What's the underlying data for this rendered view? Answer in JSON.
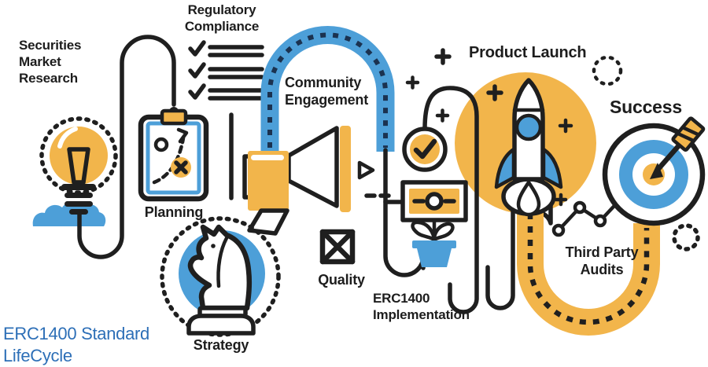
{
  "brand": {
    "text": "ERC1400 Standard\nLifeCycle"
  },
  "labels": {
    "research": "Securities\nMarket\nResearch",
    "regulatory": "Regulatory\nCompliance",
    "planning": "Planning",
    "community": "Community\nEngagement",
    "strategy": "Strategy",
    "quality": "Quality",
    "implementation": "ERC1400\nImplementation",
    "product_launch": "Product Launch",
    "third_party": "Third Party\nAudits",
    "success": "Success"
  },
  "icons": {
    "research": "lightbulb-icon",
    "regulatory": "checklist-icon",
    "planning": "clipboard-strategy-icon",
    "community": "megaphone-icon",
    "strategy": "chess-knight-icon",
    "quality": "crossed-box-icon",
    "implementation": "money-plant-icon",
    "product_launch": "rocket-icon",
    "third_party": "line-chart-icon",
    "success": "target-arrow-icon"
  },
  "colors": {
    "yellow": "#F2B54B",
    "blue": "#4D9FD8",
    "ink": "#1F1F1F",
    "dash_navy": "#1B3250",
    "text": "#1D1D1D",
    "brand_blue": "#2D6FB7",
    "background": "#FFFFFF"
  }
}
